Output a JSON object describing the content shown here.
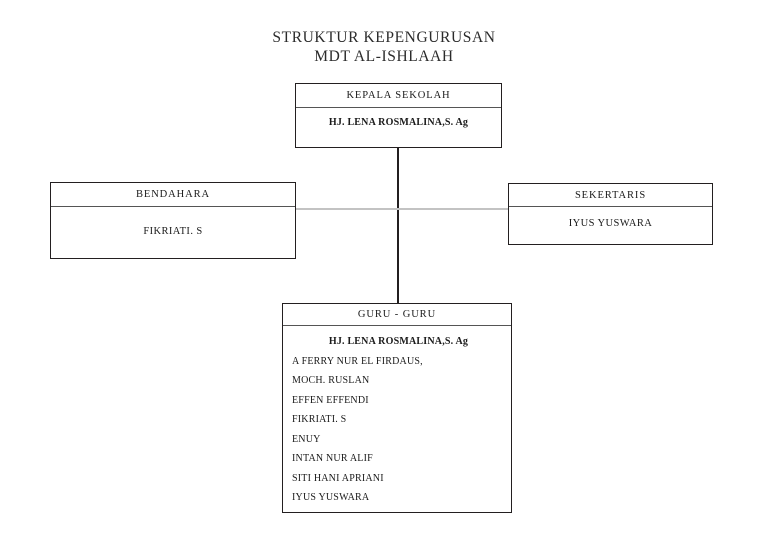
{
  "title": "STRUKTUR KEPENGURUSAN\nMDT AL-ISHLAAH",
  "nodes": {
    "kepala": {
      "header": "KEPALA SEKOLAH",
      "name": "HJ. LENA ROSMALINA,S. Ag"
    },
    "bendahara": {
      "header": "BENDAHARA",
      "name": "FIKRIATI. S"
    },
    "sekertaris": {
      "header": "SEKERTARIS",
      "name": "IYUS YUSWARA"
    },
    "guru": {
      "header": "GURU - GURU",
      "members": [
        "HJ. LENA ROSMALINA,S. Ag",
        "A FERRY NUR EL FIRDAUS,",
        "MOCH. RUSLAN",
        "EFFEN EFFENDI",
        "FIKRIATI. S",
        "ENUY",
        "INTAN NUR ALIF",
        "SITI HANI APRIANI",
        "IYUS YUSWARA"
      ]
    }
  },
  "colors": {
    "box_border": "#231f20",
    "divider": "#555555",
    "connector_vertical": "#231f20",
    "connector_horizontal": "#c3c3c3",
    "background": "#ffffff",
    "text": "#1a1a1a"
  }
}
